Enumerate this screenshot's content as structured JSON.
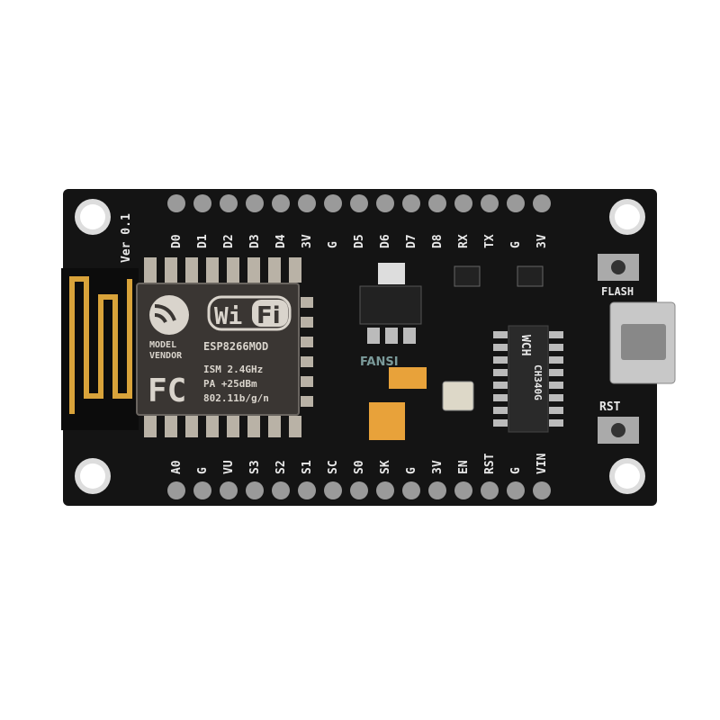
{
  "board": {
    "version_label": "Ver 0.1",
    "top_pins": [
      "D0",
      "D1",
      "D2",
      "D3",
      "D4",
      "3V",
      "G",
      "D5",
      "D6",
      "D7",
      "D8",
      "RX",
      "TX",
      "G",
      "3V"
    ],
    "bottom_pins": [
      "A0",
      "G",
      "VU",
      "S3",
      "S2",
      "S1",
      "SC",
      "S0",
      "SK",
      "G",
      "3V",
      "EN",
      "RST",
      "G",
      "VIN"
    ],
    "flash_label": "FLASH",
    "rst_label": "RST",
    "colors": {
      "pcb": "#141414",
      "pin": "#9a9a9a",
      "silkscreen": "#e8e8e8",
      "antenna": "#d9a33a",
      "tantalum": "#e8a23a"
    }
  },
  "module": {
    "wifi_left": "Wi",
    "wifi_right": "Fi",
    "model": "MODEL",
    "vendor": "VENDOR",
    "name": "ESP8266MOD",
    "fc": "FC",
    "line1": "ISM 2.4GHz",
    "line2": "PA  +25dBm",
    "line3": "802.11b/g/n"
  },
  "chip": {
    "brand": "WCH",
    "name": "CH340G"
  },
  "watermark": "FANSI"
}
